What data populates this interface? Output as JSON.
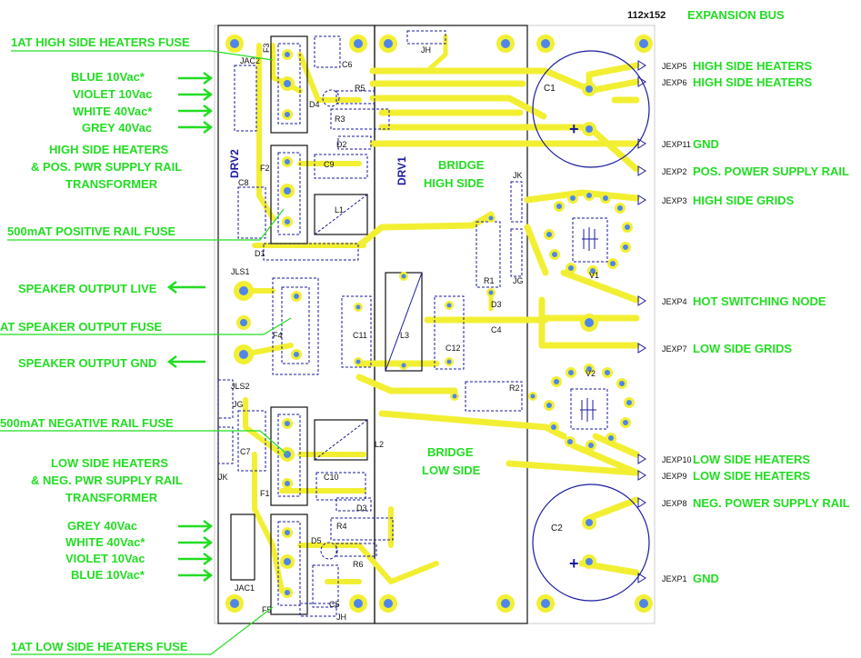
{
  "board_size": "112x152",
  "expansion_bus": "EXPANSION BUS",
  "left_labels": {
    "fuse_hi": "1AT HIGH SIDE HEATERS FUSE",
    "blue_top": "BLUE 10Vac*",
    "violet_top": "VIOLET 10Vac",
    "white_top": "WHITE 40Vac*",
    "grey_top": "GREY 40Vac",
    "hs_transformer_1": "HIGH SIDE HEATERS",
    "hs_transformer_2": "& POS. PWR SUPPLY RAIL",
    "hs_transformer_3": "TRANSFORMER",
    "pos_rail_fuse": "500mAT POSITIVE RAIL FUSE",
    "spk_live": "SPEAKER OUTPUT LIVE",
    "spk_fuse": "AT SPEAKER OUTPUT FUSE",
    "spk_gnd": "SPEAKER OUTPUT GND",
    "neg_rail_fuse": "500mAT NEGATIVE RAIL FUSE",
    "ls_transformer_1": "LOW SIDE HEATERS",
    "ls_transformer_2": "& NEG. PWR SUPPLY RAIL",
    "ls_transformer_3": "TRANSFORMER",
    "grey_bot": "GREY 40Vac",
    "white_bot": "WHITE 40Vac*",
    "violet_bot": "VIOLET 10Vac",
    "blue_bot": "BLUE 10Vac*",
    "fuse_lo": "1AT LOW SIDE HEATERS FUSE"
  },
  "right_labels": [
    {
      "pin": "JEXP5",
      "name": "HIGH SIDE HEATERS"
    },
    {
      "pin": "JEXP6",
      "name": "HIGH SIDE HEATERS"
    },
    {
      "pin": "JEXP11",
      "name": "GND"
    },
    {
      "pin": "JEXP2",
      "name": "POS. POWER SUPPLY RAIL"
    },
    {
      "pin": "JEXP3",
      "name": "HIGH SIDE GRIDS"
    },
    {
      "pin": "JEXP4",
      "name": "HOT SWITCHING NODE"
    },
    {
      "pin": "JEXP7",
      "name": "LOW SIDE GRIDS"
    },
    {
      "pin": "JEXP10",
      "name": "LOW SIDE HEATERS"
    },
    {
      "pin": "JEXP9",
      "name": "LOW SIDE HEATERS"
    },
    {
      "pin": "JEXP8",
      "name": "NEG. POWER SUPPLY RAIL"
    },
    {
      "pin": "JEXP1",
      "name": "GND"
    }
  ],
  "board_text": {
    "bridge_high_1": "BRIDGE",
    "bridge_high_2": "HIGH SIDE",
    "bridge_low_1": "BRIDGE",
    "bridge_low_2": "LOW SIDE",
    "drv1": "DRV1",
    "drv2": "DRV2"
  },
  "refdes": {
    "jh_top": "JH",
    "jac2": "JAC2",
    "f3": "F3",
    "c6": "C6",
    "r5": "R5",
    "d4": "D4",
    "r3": "R3",
    "d2": "D2",
    "f2": "F2",
    "c9": "C9",
    "c8": "C8",
    "l1": "L1",
    "d1": "D1",
    "jls1": "JLS1",
    "f4": "F4",
    "c11": "C11",
    "l3": "L3",
    "c12": "C12",
    "c4": "C4",
    "r1": "R1",
    "jg_top": "JG",
    "jk_top": "JK",
    "d3_top": "D3",
    "c1": "C1",
    "v1": "V1",
    "jls2": "JLS2",
    "jg_bot": "JG",
    "r2": "R2",
    "v2": "V2",
    "c7": "C7",
    "l2": "L2",
    "jk_bot": "JK",
    "f1": "F1",
    "c10": "C10",
    "d3": "D3",
    "r4": "R4",
    "d5": "D5",
    "r6": "R6",
    "jac1": "JAC1",
    "f5": "F5",
    "c5": "C5",
    "jh_bot": "JH",
    "c2": "C2"
  }
}
